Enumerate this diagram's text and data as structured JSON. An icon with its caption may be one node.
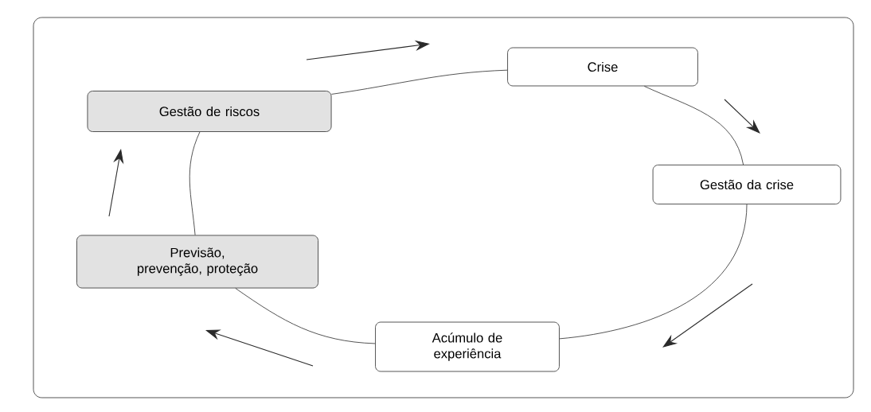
{
  "diagram": {
    "nodes": [
      {
        "text": [
          "Gestão de riscos"
        ]
      },
      {
        "text": [
          "Crise"
        ]
      },
      {
        "text": [
          "Gestão da crise"
        ]
      },
      {
        "text": [
          "Acúmulo de experiência"
        ]
      },
      {
        "text": [
          "Previsão, prevenção, proteção"
        ]
      }
    ],
    "edges": [
      {
        "from": 0,
        "to": 1,
        "arrow": "none"
      },
      {
        "from": 1,
        "to": 2,
        "arrow": "none"
      },
      {
        "from": 2,
        "to": 3,
        "arrow": "none"
      },
      {
        "from": 3,
        "to": 4,
        "arrow": "none"
      },
      {
        "from": 4,
        "to": 0,
        "arrow": "none"
      }
    ]
  }
}
